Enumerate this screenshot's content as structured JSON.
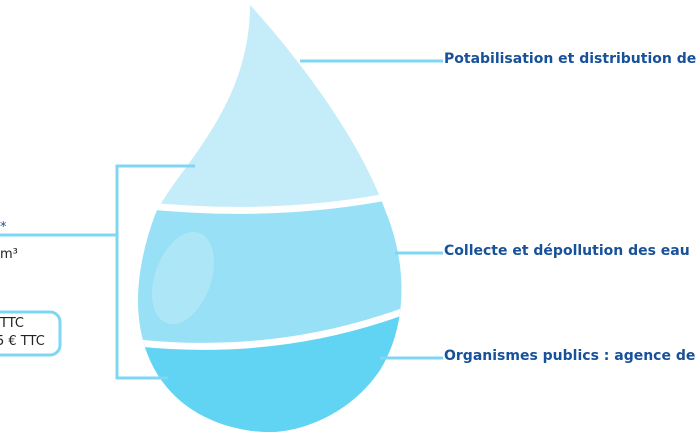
{
  "labels": {
    "top": "Potabilisation et distribution de",
    "middle": "Collecte et dépollution des eau",
    "bottom": "Organismes publics : agence de"
  },
  "left": {
    "asterisk": "*",
    "unit": "m³",
    "box_line1": "TTC",
    "box_line2": "5 € TTC"
  },
  "colors": {
    "top": "#c4ecf9",
    "middle": "#97e0f6",
    "bottom": "#62d4f3",
    "line": "#7fd6f3",
    "text": "#17519a"
  }
}
